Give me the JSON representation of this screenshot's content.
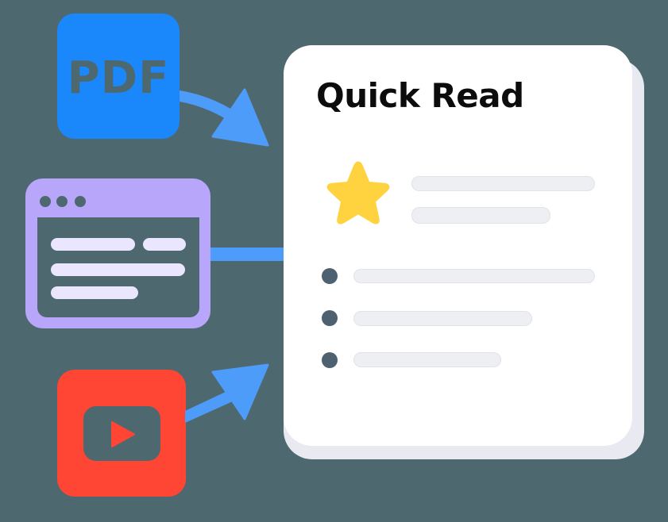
{
  "colors": {
    "background": "#4E6870",
    "pdf": "#1A87FB",
    "browser": "#B7A6FA",
    "youtube": "#FF4534",
    "arrow": "#4D9CF9",
    "star": "#FFD23F",
    "bullet": "#4E6170",
    "skeleton": "#EEEFF3"
  },
  "sources": [
    {
      "name": "pdf",
      "label": "PDF",
      "icon": "pdf-file-icon"
    },
    {
      "name": "web",
      "label": "",
      "icon": "browser-window-icon"
    },
    {
      "name": "video",
      "label": "",
      "icon": "youtube-play-icon"
    }
  ],
  "card": {
    "title": "Quick Read",
    "highlight_icon": "star-icon",
    "highlight_lines": 2,
    "bullet_items": 3
  }
}
